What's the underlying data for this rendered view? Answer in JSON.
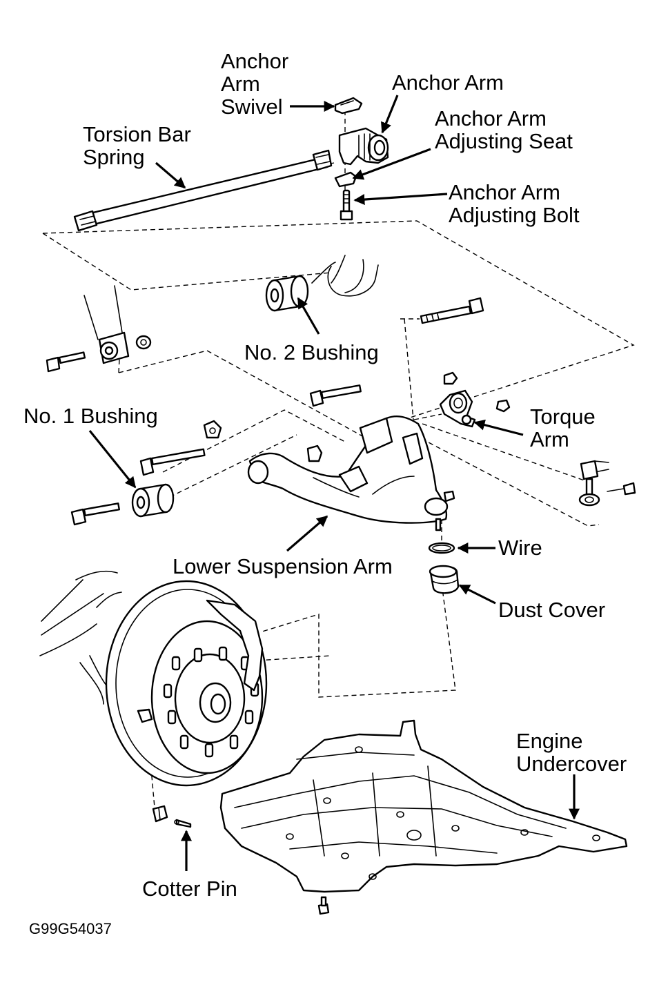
{
  "labels": {
    "anchor_arm_swivel": [
      "Anchor",
      "Arm",
      "Swivel"
    ],
    "anchor_arm": "Anchor Arm",
    "anchor_arm_adjusting_seat": [
      "Anchor Arm",
      "Adjusting Seat"
    ],
    "torsion_bar_spring": [
      "Torsion Bar",
      "Spring"
    ],
    "anchor_arm_adjusting_bolt": [
      "Anchor Arm",
      "Adjusting Bolt"
    ],
    "no2_bushing": "No. 2 Bushing",
    "no1_bushing": "No. 1 Bushing",
    "torque_arm": [
      "Torque",
      "Arm"
    ],
    "wire": "Wire",
    "lower_suspension_arm": "Lower Suspension Arm",
    "dust_cover": "Dust Cover",
    "engine_undercover": [
      "Engine",
      "Undercover"
    ],
    "cotter_pin": "Cotter Pin"
  },
  "figure_code": "G99G54037"
}
